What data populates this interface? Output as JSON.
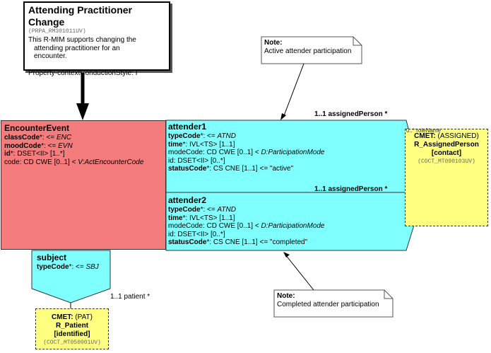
{
  "title_box": {
    "title": "Attending Practitioner Change",
    "id": "(PRPA_RM301011UV)",
    "description_lines": [
      "This R-MIM supports changing the",
      "attending practitioner for an",
      "encounter."
    ],
    "property": "Property-contextConductionStyle: I"
  },
  "encounter_event": {
    "name": "EncounterEvent",
    "rows": [
      {
        "bold": "classCode",
        "rest": "*: <= ",
        "italic": "ENC"
      },
      {
        "bold": "moodCode",
        "rest": "*: <= ",
        "italic": "EVN"
      },
      {
        "bold": "id",
        "rest": "*: DSET<II> [1..*]",
        "italic": ""
      },
      {
        "bold": "",
        "rest": "code: CD CWE [0..1] < ",
        "italic": "V:ActEncounterCode"
      }
    ]
  },
  "attender1": {
    "name": "attender1",
    "rows": [
      {
        "bold": "typeCode",
        "rest": "*: <= ",
        "italic": "ATND"
      },
      {
        "bold": "time",
        "rest": "*: IVL<TS> [1..1]",
        "italic": ""
      },
      {
        "bold": "",
        "rest": "modeCode: CD CWE [0..1] < ",
        "italic": "D:ParticipationMode"
      },
      {
        "bold": "",
        "rest": "id: DSET<II> [0..*]",
        "italic": ""
      },
      {
        "bold": "statusCode",
        "rest": "*: CS CNE [1..1] <= \"active\"",
        "italic": ""
      }
    ],
    "association_label": "1..1 assignedPerson  *"
  },
  "attender2": {
    "name": "attender2",
    "rows": [
      {
        "bold": "typeCode",
        "rest": "*: <= ",
        "italic": "ATND"
      },
      {
        "bold": "time",
        "rest": "*: IVL<TS> [1..1]",
        "italic": ""
      },
      {
        "bold": "",
        "rest": "modeCode: CD CWE [0..1] < ",
        "italic": "D:ParticipationMode"
      },
      {
        "bold": "",
        "rest": "id: DSET<II> [0..*]",
        "italic": ""
      },
      {
        "bold": "statusCode",
        "rest": "*: CS CNE [1..1] <= \"completed\"",
        "italic": ""
      }
    ],
    "association_label": "1..1 assignedPerson  *"
  },
  "subject": {
    "name": "subject",
    "row": {
      "bold": "typeCode",
      "rest": "*: <= ",
      "italic": "SBJ"
    },
    "association_label": "1..1 patient  *"
  },
  "cmet_assigned": {
    "overlap_label": "0..* roleName",
    "prefix": "CMET:",
    "type": " (ASSIGNED)",
    "name": "R_AssignedPerson",
    "qualifier": "[contact]",
    "id": "(COCT_MT090103UV)"
  },
  "cmet_patient": {
    "prefix": "CMET:",
    "type": " (PAT)",
    "name": "R_Patient",
    "qualifier": "[identified]",
    "id": "(COCT_MT050001UV)"
  },
  "note_active": {
    "title": "Note:",
    "text": "Active attender participation"
  },
  "note_completed": {
    "title": "Note:",
    "text": "Completed attender participation"
  },
  "colors": {
    "act": "#f47c7c",
    "participation": "#80ffff",
    "cmet": "#ffff80"
  }
}
